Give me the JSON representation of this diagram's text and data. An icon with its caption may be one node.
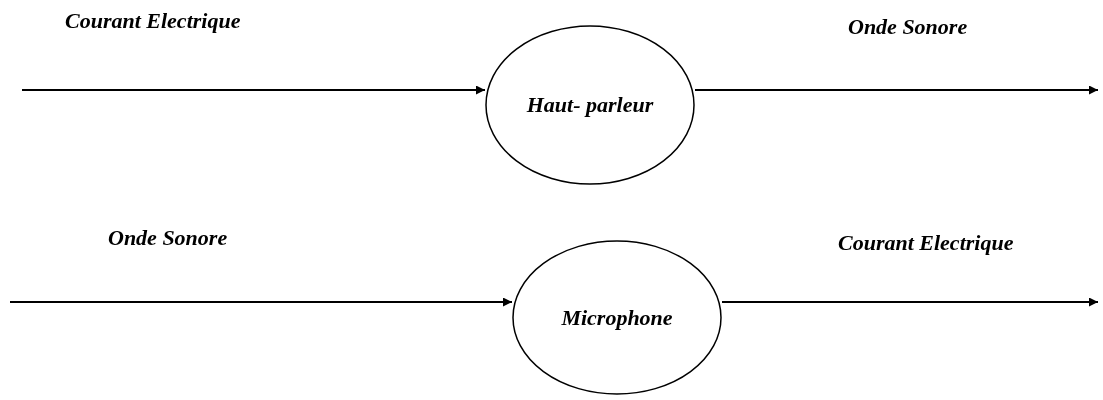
{
  "diagram": {
    "nodes": [
      {
        "text": [
          "Haut- parleur"
        ]
      },
      {
        "text": [
          "Microphone"
        ]
      }
    ],
    "edges": [
      {
        "from": null,
        "to": 0,
        "arrow": "to",
        "label": "Courant Electrique"
      },
      {
        "from": 0,
        "to": null,
        "arrow": "to",
        "label": "Onde Sonore"
      },
      {
        "from": null,
        "to": 1,
        "arrow": "to",
        "label": "Onde Sonore"
      },
      {
        "from": 1,
        "to": null,
        "arrow": "to",
        "label": "Courant Electrique"
      }
    ]
  }
}
